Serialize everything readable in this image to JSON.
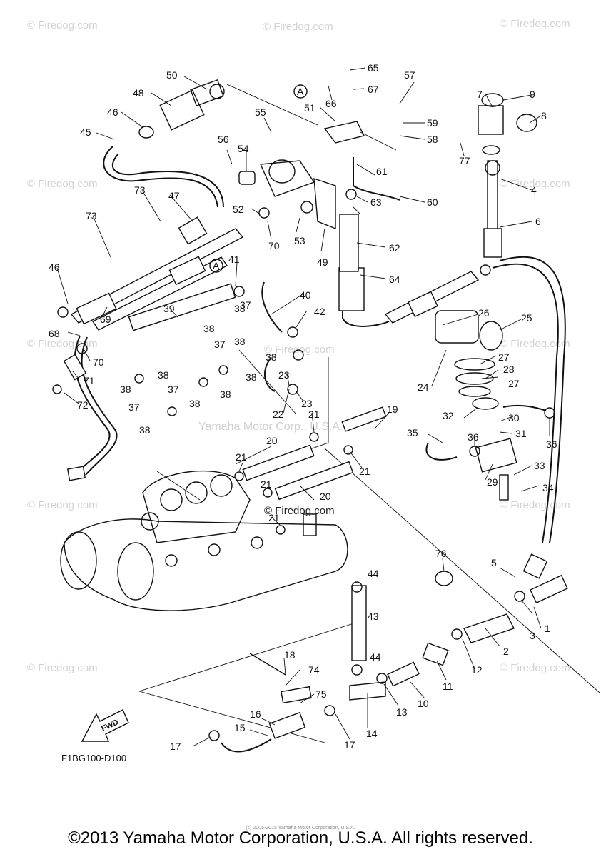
{
  "diagram": {
    "drawing_code": "F1BG100-D100",
    "fwd_label": "FWD",
    "circle_marker": "A",
    "watermark": "© Firedog.com",
    "center_watermark": "Yamaha Motor Corp., U.S.A.",
    "callouts": [
      "1",
      "2",
      "3",
      "4",
      "5",
      "6",
      "7",
      "8",
      "9",
      "10",
      "11",
      "12",
      "13",
      "14",
      "15",
      "16",
      "17",
      "17",
      "18",
      "19",
      "20",
      "20",
      "21",
      "21",
      "21",
      "21",
      "21",
      "22",
      "23",
      "23",
      "24",
      "25",
      "26",
      "27",
      "27",
      "28",
      "29",
      "30",
      "31",
      "32",
      "33",
      "34",
      "35",
      "36",
      "36",
      "37",
      "37",
      "37",
      "37",
      "38",
      "38",
      "38",
      "38",
      "38",
      "38",
      "38",
      "38",
      "38",
      "38",
      "39",
      "40",
      "41",
      "42",
      "43",
      "44",
      "44",
      "45",
      "46",
      "46",
      "47",
      "48",
      "49",
      "50",
      "51",
      "52",
      "53",
      "54",
      "55",
      "56",
      "57",
      "58",
      "59",
      "60",
      "61",
      "62",
      "63",
      "64",
      "65",
      "66",
      "67",
      "68",
      "69",
      "70",
      "70",
      "71",
      "72",
      "73",
      "73",
      "74",
      "75",
      "76",
      "77"
    ]
  },
  "footer": {
    "copyright": "©2013 Yamaha Motor Corporation, U.S.A. All rights reserved.",
    "fine_print": "(c) 2005-2015 Yamaha Motor Corporation, U.S.A."
  }
}
